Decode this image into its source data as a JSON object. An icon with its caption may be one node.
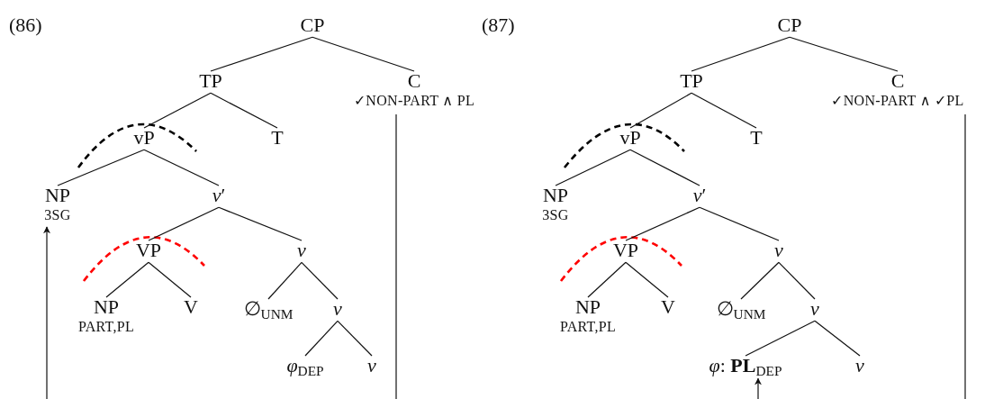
{
  "diagram": {
    "nodes": [
      {
        "text": [
          "CP"
        ]
      },
      {
        "text": [
          "TP"
        ]
      },
      {
        "text": [
          "C",
          "✓NON-PART ∧ PL"
        ]
      },
      {
        "text": [
          "vP"
        ]
      },
      {
        "text": [
          "T"
        ]
      },
      {
        "text": [
          "NP",
          "3SG"
        ]
      },
      {
        "text": [
          "*v*′"
        ]
      },
      {
        "text": [
          "VP"
        ]
      },
      {
        "text": [
          "*v*"
        ]
      },
      {
        "text": [
          "NP",
          "PART,PL"
        ]
      },
      {
        "text": [
          "V"
        ]
      },
      {
        "text": [
          "∅$_{UNM}$"
        ]
      },
      {
        "text": [
          "*v*"
        ]
      },
      {
        "text": [
          "*φ*$_{DEP}$"
        ]
      },
      {
        "text": [
          "*v*"
        ]
      },
      {
        "text": [
          "CP"
        ]
      },
      {
        "text": [
          "TP"
        ]
      },
      {
        "text": [
          "C",
          "✓NON-PART ∧ ✓PL"
        ]
      },
      {
        "text": [
          "vP"
        ]
      },
      {
        "text": [
          "T"
        ]
      },
      {
        "text": [
          "NP",
          "3SG"
        ]
      },
      {
        "text": [
          "*v*′"
        ]
      },
      {
        "text": [
          "VP"
        ]
      },
      {
        "text": [
          "*v*"
        ]
      },
      {
        "text": [
          "NP",
          "PART,PL"
        ]
      },
      {
        "text": [
          "V"
        ]
      },
      {
        "text": [
          "∅$_{UNM}$"
        ]
      },
      {
        "text": [
          "*v*"
        ]
      },
      {
        "text": [
          "*φ*: **PL**$_{DEP}$"
        ]
      },
      {
        "text": [
          "*v*"
        ]
      }
    ],
    "edges": [
      {
        "from": 0,
        "to": 1,
        "arrow": "none"
      },
      {
        "from": 0,
        "to": 2,
        "arrow": "none"
      },
      {
        "from": 1,
        "to": 3,
        "arrow": "none"
      },
      {
        "from": 1,
        "to": 4,
        "arrow": "none"
      },
      {
        "from": 3,
        "to": 5,
        "arrow": "none"
      },
      {
        "from": 3,
        "to": 6,
        "arrow": "none"
      },
      {
        "from": 6,
        "to": 7,
        "arrow": "none"
      },
      {
        "from": 6,
        "to": 8,
        "arrow": "none"
      },
      {
        "from": 7,
        "to": 9,
        "arrow": "none"
      },
      {
        "from": 7,
        "to": 10,
        "arrow": "none"
      },
      {
        "from": 8,
        "to": 11,
        "arrow": "none"
      },
      {
        "from": 8,
        "to": 12,
        "arrow": "none"
      },
      {
        "from": 12,
        "to": 13,
        "arrow": "none"
      },
      {
        "from": 12,
        "to": 14,
        "arrow": "none"
      },
      {
        "from": 2,
        "to": null,
        "arrow": "none"
      },
      {
        "from": null,
        "to": 5,
        "arrow": "to"
      },
      {
        "from": 15,
        "to": 16,
        "arrow": "none"
      },
      {
        "from": 15,
        "to": 17,
        "arrow": "none"
      },
      {
        "from": 16,
        "to": 18,
        "arrow": "none"
      },
      {
        "from": 16,
        "to": 19,
        "arrow": "none"
      },
      {
        "from": 18,
        "to": 20,
        "arrow": "none"
      },
      {
        "from": 18,
        "to": 21,
        "arrow": "none"
      },
      {
        "from": 21,
        "to": 22,
        "arrow": "none"
      },
      {
        "from": 21,
        "to": 23,
        "arrow": "none"
      },
      {
        "from": 22,
        "to": 24,
        "arrow": "none"
      },
      {
        "from": 22,
        "to": 25,
        "arrow": "none"
      },
      {
        "from": 23,
        "to": 26,
        "arrow": "none"
      },
      {
        "from": 23,
        "to": 27,
        "arrow": "none"
      },
      {
        "from": 27,
        "to": 28,
        "arrow": "none"
      },
      {
        "from": 27,
        "to": 29,
        "arrow": "none"
      },
      {
        "from": 17,
        "to": null,
        "arrow": "none"
      },
      {
        "from": null,
        "to": 28,
        "arrow": "to"
      }
    ],
    "labels": [
      "(86)",
      "(87)"
    ]
  }
}
